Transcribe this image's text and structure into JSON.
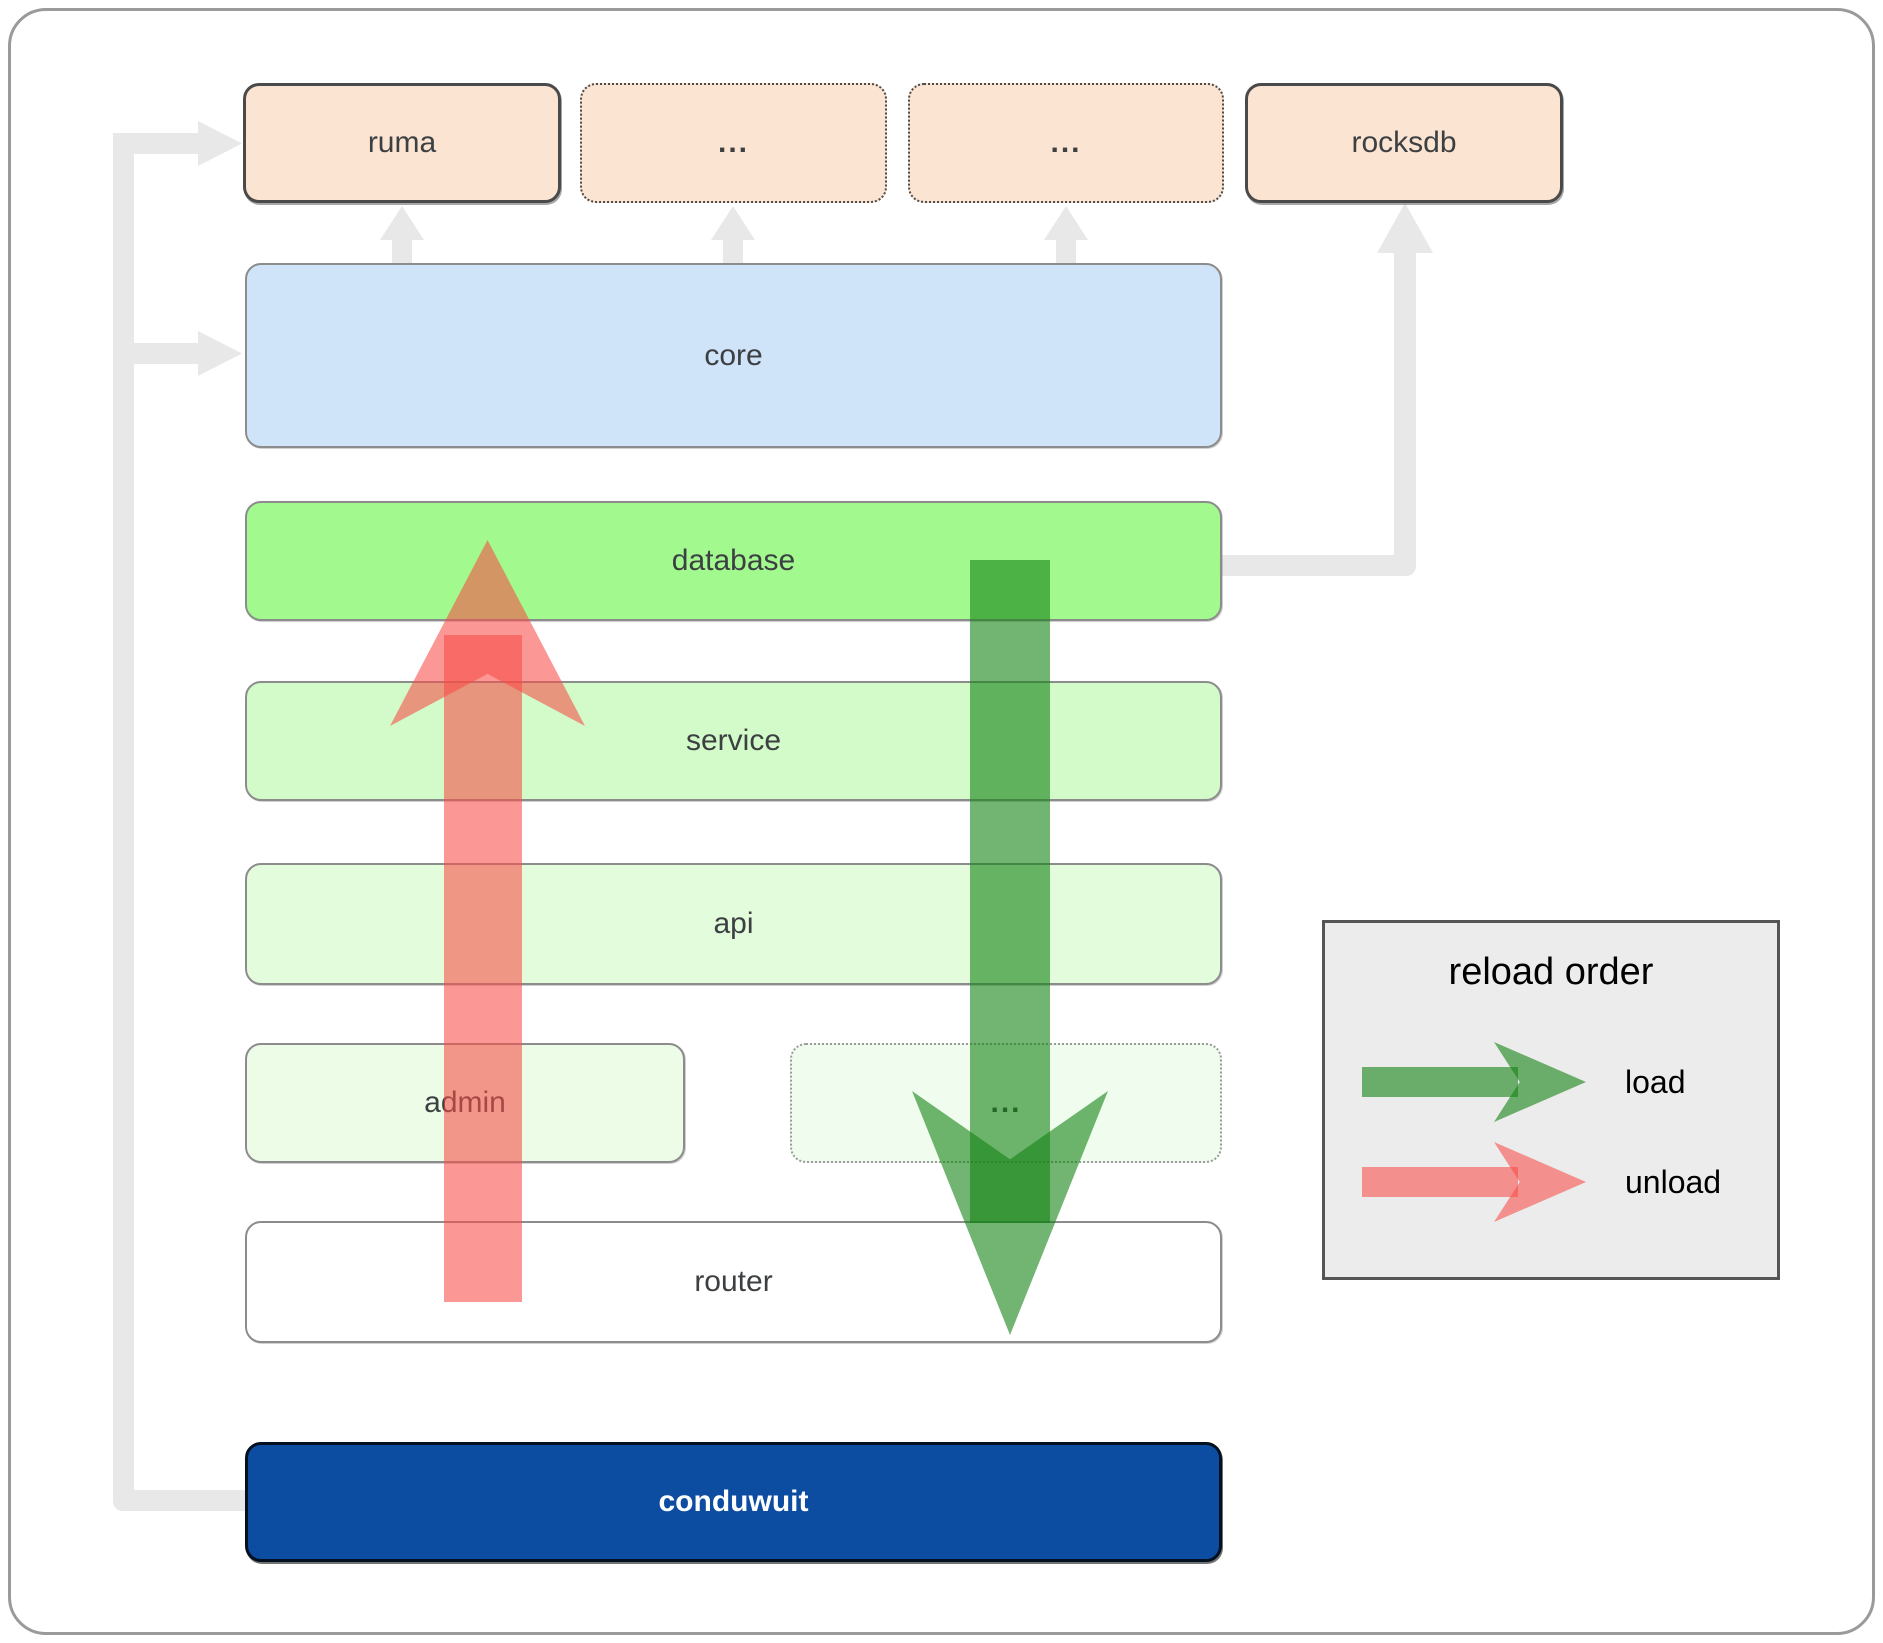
{
  "boxes": {
    "ruma": "ruma",
    "dots_top_1": "...",
    "dots_top_2": "...",
    "rocksdb": "rocksdb",
    "core": "core",
    "database": "database",
    "service": "service",
    "api": "api",
    "admin": "admin",
    "dots_admin": "...",
    "router": "router",
    "conduwuit": "conduwuit"
  },
  "legend": {
    "title": "reload order",
    "load_label": "load",
    "unload_label": "unload"
  },
  "colors": {
    "load_arrow": "rgba(20,130,20,0.60)",
    "unload_arrow": "rgba(248,75,70,0.58)",
    "connector_gray": "#e8e8e8",
    "node_peach": "#fce4d2",
    "node_core_blue": "#cfe4f8",
    "node_database_green": "#a2f98e",
    "node_service_green": "#d2fbc9",
    "node_api_green": "#e3fcdc",
    "node_admin_green": "#ecfce7",
    "conduwuit_blue": "#0c4da2",
    "legend_background": "#ececec"
  }
}
